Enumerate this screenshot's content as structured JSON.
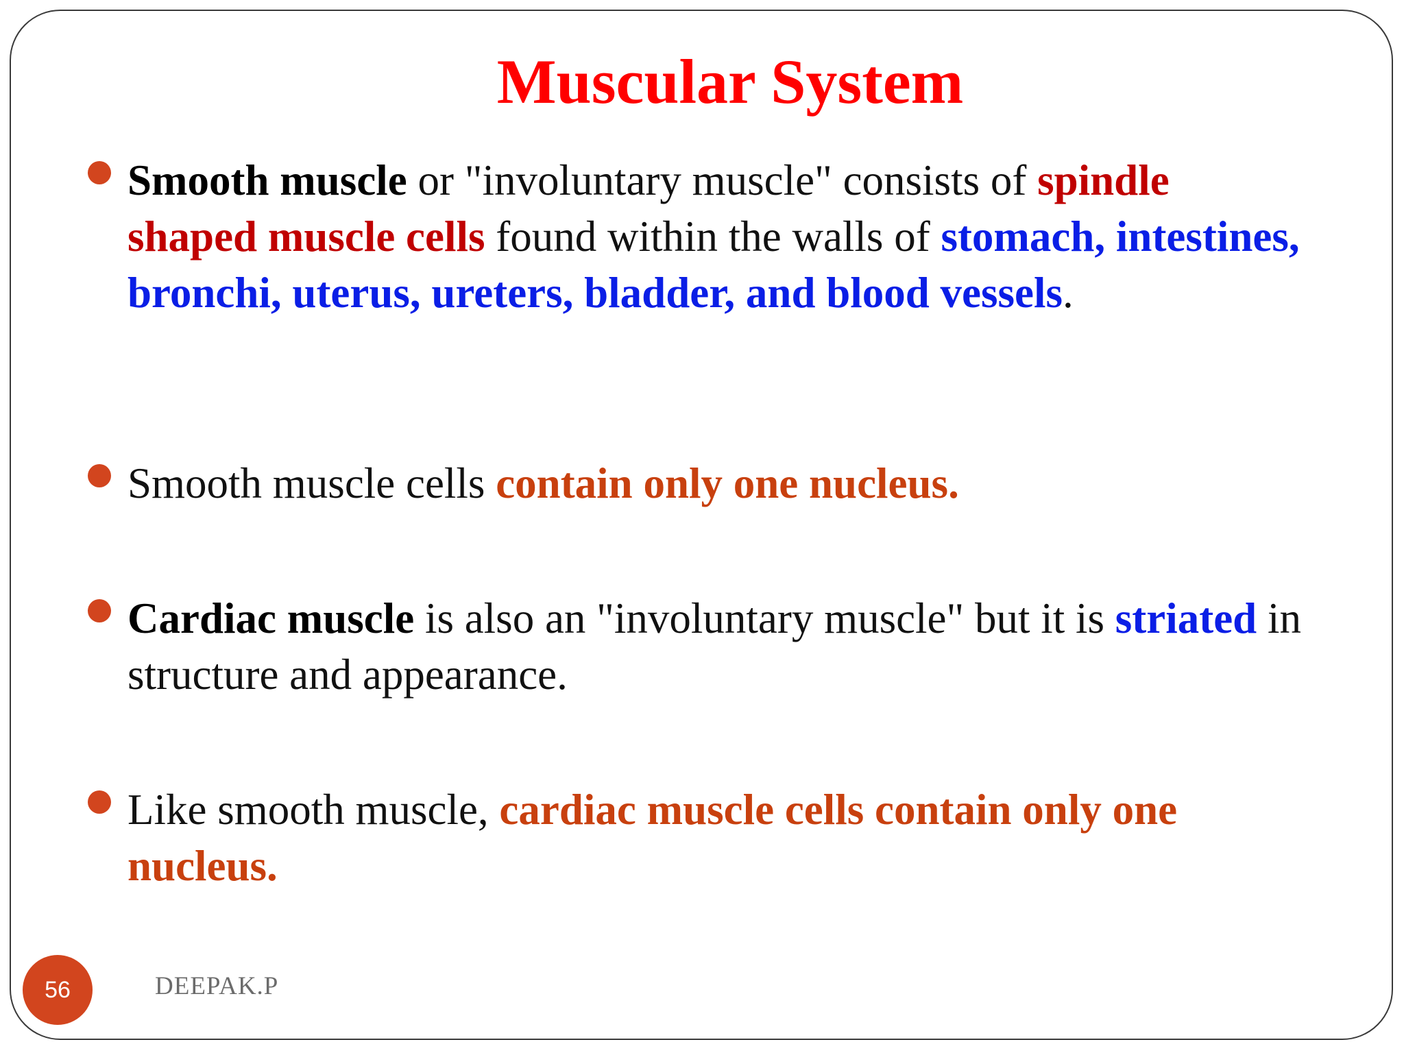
{
  "slide": {
    "title": "Muscular System",
    "page_number": "56",
    "author": "DEEPAK.P"
  },
  "bullets": [
    {
      "segments": [
        {
          "text": "Smooth muscle",
          "style": "black-bold"
        },
        {
          "text": " or \"involuntary muscle\" consists of ",
          "style": "plain"
        },
        {
          "text": "spindle shaped muscle cells",
          "style": "dark-red"
        },
        {
          "text": " found within the walls of ",
          "style": "plain"
        },
        {
          "text": "stomach, intestines, bronchi, uterus, ureters, bladder, and blood vessels",
          "style": "blue"
        },
        {
          "text": ".",
          "style": "plain"
        }
      ]
    },
    {
      "segments": [
        {
          "text": "Smooth muscle cells ",
          "style": "plain"
        },
        {
          "text": "contain only one nucleus.",
          "style": "orange"
        }
      ]
    },
    {
      "segments": [
        {
          "text": "Cardiac muscle",
          "style": "black-bold"
        },
        {
          "text": " is also an \"involuntary muscle\" but it is ",
          "style": "plain"
        },
        {
          "text": "striated",
          "style": "blue"
        },
        {
          "text": " in structure and appearance.",
          "style": "plain"
        }
      ]
    },
    {
      "segments": [
        {
          "text": "Like smooth muscle, ",
          "style": "plain"
        },
        {
          "text": "cardiac muscle cells contain only one nucleus.",
          "style": "orange"
        }
      ]
    }
  ],
  "colors": {
    "title": "#ff0000",
    "bullet_dot": "#d2451e",
    "dark_red": "#c00000",
    "blue": "#0a1ee6",
    "orange": "#c8400e",
    "page_badge": "#d2451e"
  }
}
